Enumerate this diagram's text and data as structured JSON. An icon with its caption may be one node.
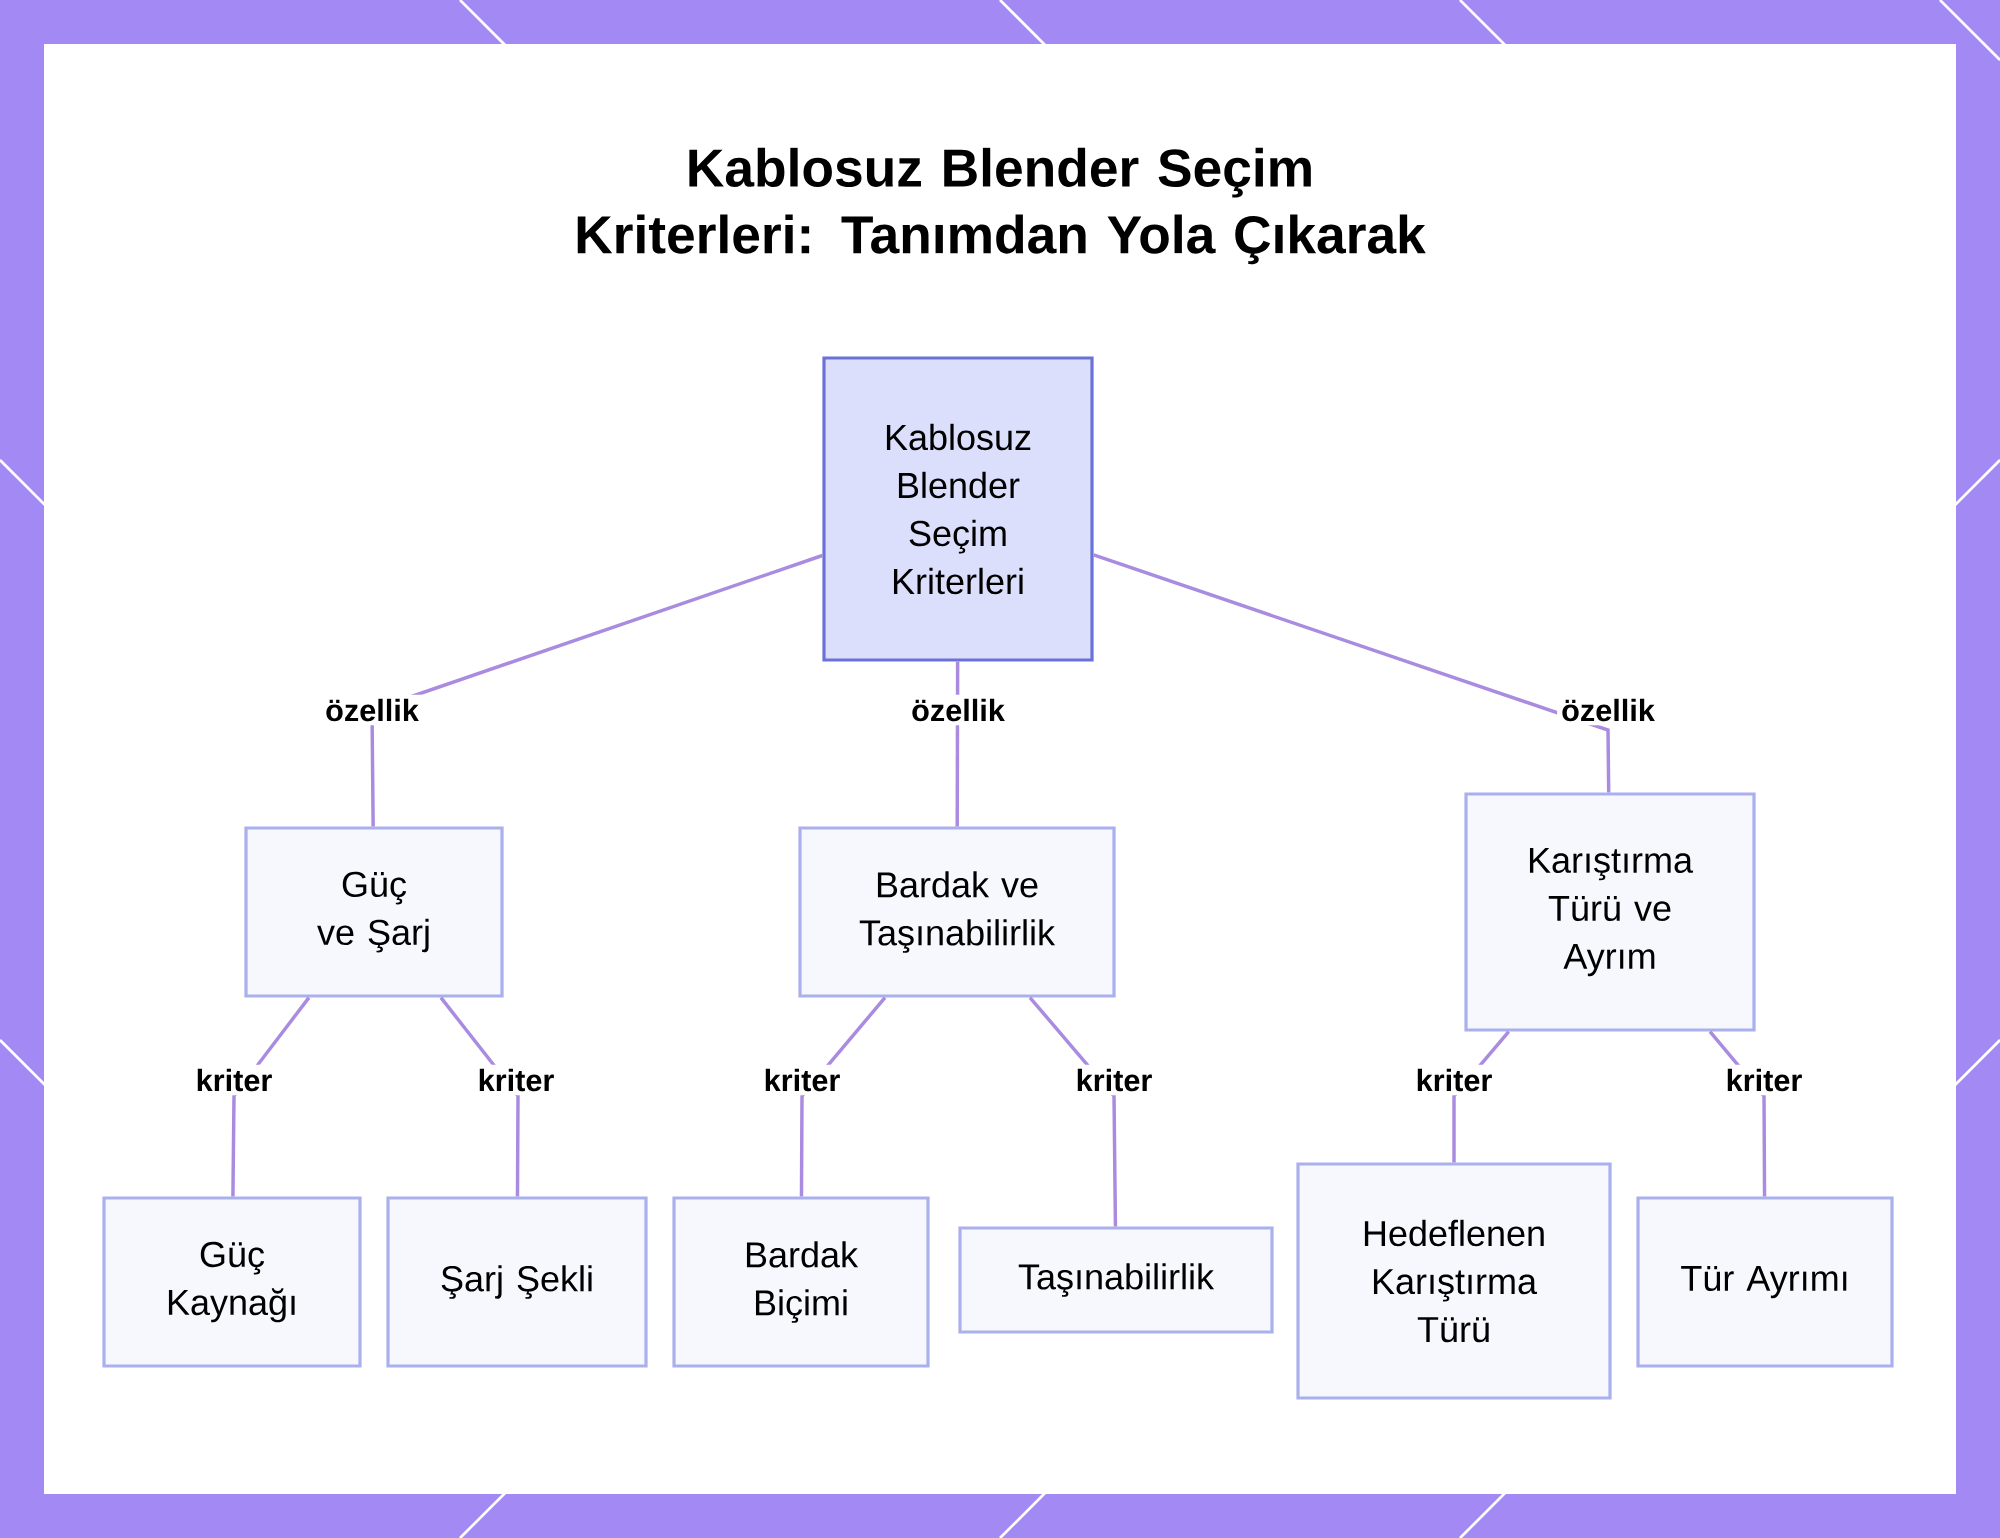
{
  "diagram": {
    "title": "Kablosuz Blender Seçim Kriterleri: Tanımdan Yola Çıkarak",
    "nodes": [
      {
        "text": [
          "Kablosuz Blender Seçim Kriterleri"
        ]
      },
      {
        "text": [
          "Güç ve Şarj"
        ]
      },
      {
        "text": [
          "Bardak ve Taşınabilirlik"
        ]
      },
      {
        "text": [
          "Karıştırma Türü ve Ayrım"
        ]
      },
      {
        "text": [
          "Güç Kaynağı"
        ]
      },
      {
        "text": [
          "Şarj Şekli"
        ]
      },
      {
        "text": [
          "Bardak Biçimi"
        ]
      },
      {
        "text": [
          "Taşınabilirlik"
        ]
      },
      {
        "text": [
          "Hedeflenen Karıştırma Türü"
        ]
      },
      {
        "text": [
          "Tür Ayrımı"
        ]
      }
    ],
    "edges": [
      {
        "from": 0,
        "to": 1,
        "arrow": "none",
        "label": "özellik"
      },
      {
        "from": 0,
        "to": 2,
        "arrow": "none",
        "label": "özellik"
      },
      {
        "from": 0,
        "to": 3,
        "arrow": "none",
        "label": "özellik"
      },
      {
        "from": 1,
        "to": 4,
        "arrow": "none",
        "label": "kriter"
      },
      {
        "from": 1,
        "to": 5,
        "arrow": "none",
        "label": "kriter"
      },
      {
        "from": 2,
        "to": 6,
        "arrow": "none",
        "label": "kriter"
      },
      {
        "from": 2,
        "to": 7,
        "arrow": "none",
        "label": "kriter"
      },
      {
        "from": 3,
        "to": 8,
        "arrow": "none",
        "label": "kriter"
      },
      {
        "from": 3,
        "to": 9,
        "arrow": "none",
        "label": "kriter"
      }
    ]
  }
}
